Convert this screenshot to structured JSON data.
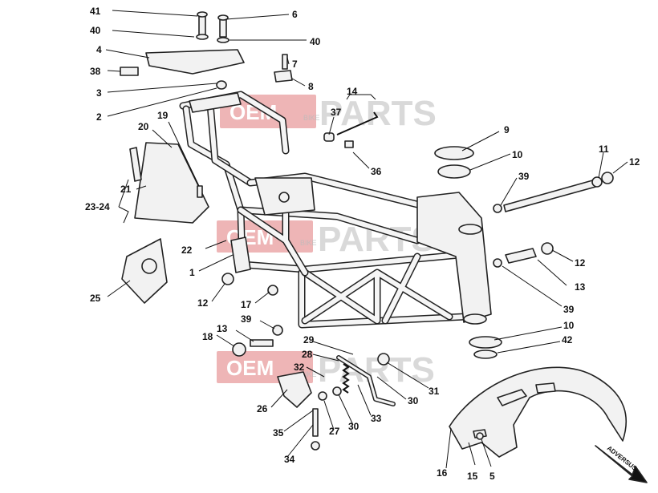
{
  "watermark": {
    "brand_left": "OEM",
    "brand_small": "BIKE",
    "brand_right": "PARTS"
  },
  "direction_label": "ADVERSUS",
  "callouts": {
    "c41": "41",
    "c6": "6",
    "c40a": "40",
    "c40b": "40",
    "c4": "4",
    "c7": "7",
    "c38": "38",
    "c3": "3",
    "c8": "8",
    "c14": "14",
    "c2": "2",
    "c37": "37",
    "c19": "19",
    "c20": "20",
    "c9": "9",
    "c10a": "10",
    "c11": "11",
    "c12a": "12",
    "c36": "36",
    "c21": "21",
    "c39a": "39",
    "c2324": "23-24",
    "c22": "22",
    "c12b": "12",
    "c1": "1",
    "c25": "25",
    "c13a": "13",
    "c12c": "12",
    "c17": "17",
    "c39b": "39",
    "c39c": "39",
    "c13b": "13",
    "c18": "18",
    "c10b": "10",
    "c42": "42",
    "c29": "29",
    "c28": "28",
    "c32": "32",
    "c31": "31",
    "c26": "26",
    "c30a": "30",
    "c33": "33",
    "c35": "35",
    "c27": "27",
    "c30b": "30",
    "c34": "34",
    "c16": "16",
    "c15": "15",
    "c5": "5"
  }
}
